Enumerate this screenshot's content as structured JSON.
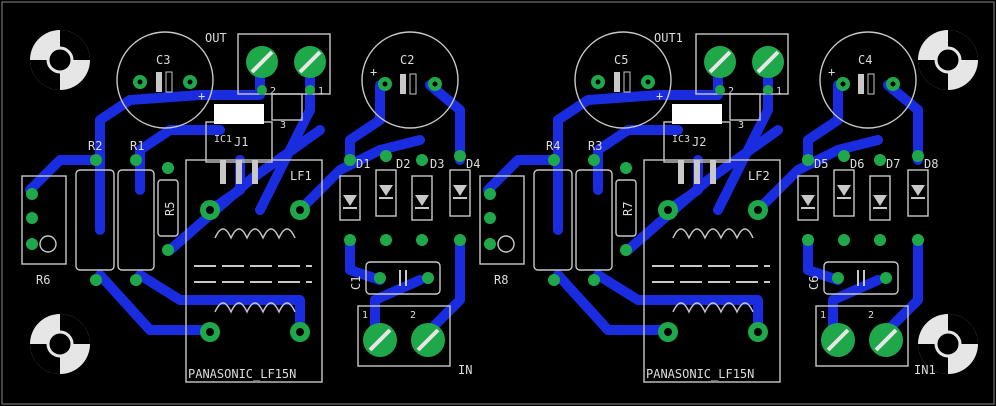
{
  "board": {
    "colors": {
      "background": "#000000",
      "trace": "#1a2ce0",
      "pad": "#1fa84a",
      "silkscreen": "#c8c8c8"
    },
    "left_channel": {
      "output": "OUT",
      "input": "IN",
      "transformer": "LF1",
      "transformer_part": "PANASONIC_LF15N",
      "cap_top_left": "C3",
      "cap_top_right": "C2",
      "film_cap": "C1",
      "jumper": "J1",
      "ic": "IC1",
      "resistors": {
        "r_a": "R2",
        "r_b": "R1",
        "r_vertical": "R5",
        "trimmer": "R6"
      },
      "diodes": [
        "D1",
        "D2",
        "D3",
        "D4"
      ]
    },
    "right_channel": {
      "output": "OUT1",
      "input": "IN1",
      "transformer": "LF2",
      "transformer_part": "PANASONIC_LF15N",
      "cap_top_left": "C5",
      "cap_top_right": "C4",
      "film_cap": "C6",
      "jumper": "J2",
      "ic": "IC3",
      "resistors": {
        "r_a": "R4",
        "r_b": "R3",
        "r_vertical": "R7",
        "trimmer": "R8"
      },
      "diodes": [
        "D5",
        "D6",
        "D7",
        "D8"
      ]
    },
    "pin_labels": {
      "p1": "1",
      "p2": "2"
    },
    "polarity": "+",
    "jumper_suffix": "3"
  }
}
